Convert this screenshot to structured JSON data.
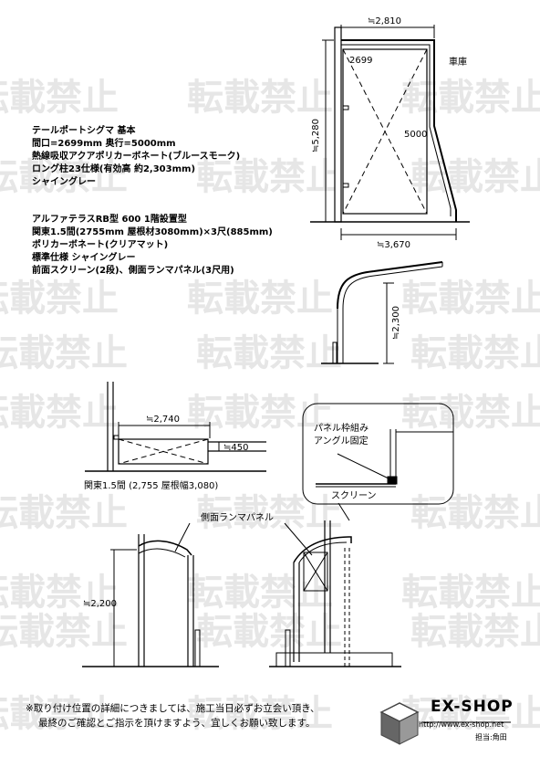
{
  "watermark": {
    "text": "転載禁止",
    "color": "#e6e6e6"
  },
  "spec_block_1": {
    "lines": [
      "テールポートシグマ 基本",
      "間口=2699mm 奥行=5000mm",
      "熱線吸収アクアポリカーボネート(ブルースモーク)",
      "ロング柱23仕様(有効高 約2,303mm)",
      "シャイングレー"
    ]
  },
  "spec_block_2": {
    "lines": [
      "アルファテラスRB型 600 1階設置型",
      "関東1.5間(2755mm 屋根材3080mm)×3尺(885mm)",
      "ポリカーボネート(クリアマット)",
      "標準仕様 シャイングレー",
      "前面スクリーン(2段)、側面ランマパネル(3尺用)"
    ]
  },
  "plan": {
    "width_top": "≒2,810",
    "inner_width": "2699",
    "depth_outer": "≒5,280",
    "depth_inner": "5000",
    "garage": "車庫",
    "width_bottom": "≒3,670"
  },
  "side_view": {
    "height": "≒2,300"
  },
  "terrace_plan": {
    "depth": "≒2,740",
    "offset": "≒450",
    "caption": "関東1.5間 (2,755 屋根幅3,080)"
  },
  "detail": {
    "frame_label_1": "パネル枠組み",
    "frame_label_2": "アングル固定",
    "screen": "スクリーン"
  },
  "elevation": {
    "panel_label": "側面ランマパネル",
    "height": "≒2,200"
  },
  "footer": {
    "note_1": "※取り付け位置の詳細につきましては、施工当日必ずお立会い頂き、",
    "note_2": "最終のご確認とご指示を頂けますよう、宜しくお願い致します。"
  },
  "brand": {
    "name": "EX-SHOP",
    "url": "http://www.ex-shop.net",
    "staff": "担当:角田"
  }
}
